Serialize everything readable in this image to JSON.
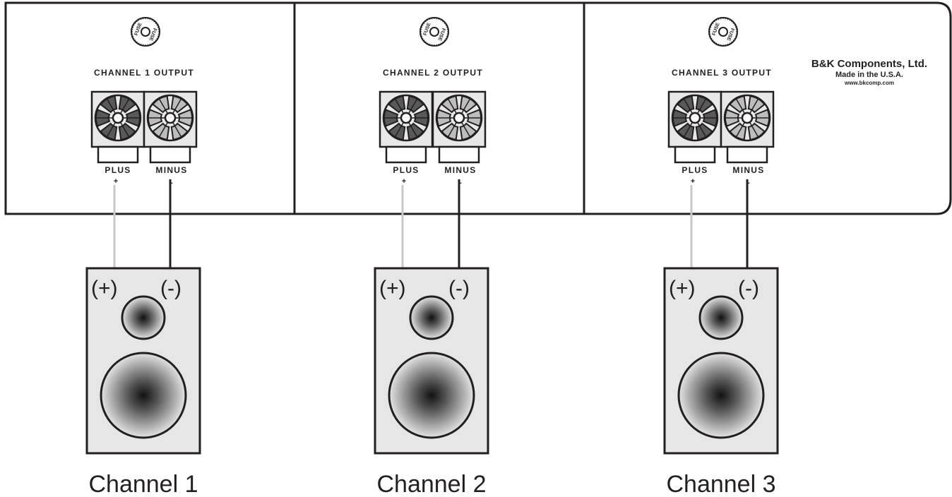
{
  "colors": {
    "stroke": "#231f20",
    "panel_fill": "#ffffff",
    "terminal_fill": "#e8e8e8",
    "knob_dark": "#595959",
    "knob_light": "#bdbdbd",
    "wire_plus": "#c8c8c8",
    "wire_minus": "#231f20",
    "speaker_fill": "#e6e6e6"
  },
  "brand": {
    "name": "B&K Components, Ltd.",
    "made_in": "Made in the U.S.A.",
    "url": "www.bkcomp.com"
  },
  "channels": [
    {
      "fuse_label": "FUSE",
      "output_label": "CHANNEL  1  OUTPUT",
      "plus_label": "PLUS",
      "minus_label": "MINUS",
      "plus_sign": "+",
      "minus_sign": "-",
      "speaker_plus": "(+)",
      "speaker_minus": "(-)",
      "caption": "Channel 1"
    },
    {
      "fuse_label": "FUSE",
      "output_label": "CHANNEL  2  OUTPUT",
      "plus_label": "PLUS",
      "minus_label": "MINUS",
      "plus_sign": "+",
      "minus_sign": "-",
      "speaker_plus": "(+)",
      "speaker_minus": "(-)",
      "caption": "Channel 2"
    },
    {
      "fuse_label": "FUSE",
      "output_label": "CHANNEL  3  OUTPUT",
      "plus_label": "PLUS",
      "minus_label": "MINUS",
      "plus_sign": "+",
      "minus_sign": "-",
      "speaker_plus": "(+)",
      "speaker_minus": "(-)",
      "caption": "Channel 3"
    }
  ]
}
